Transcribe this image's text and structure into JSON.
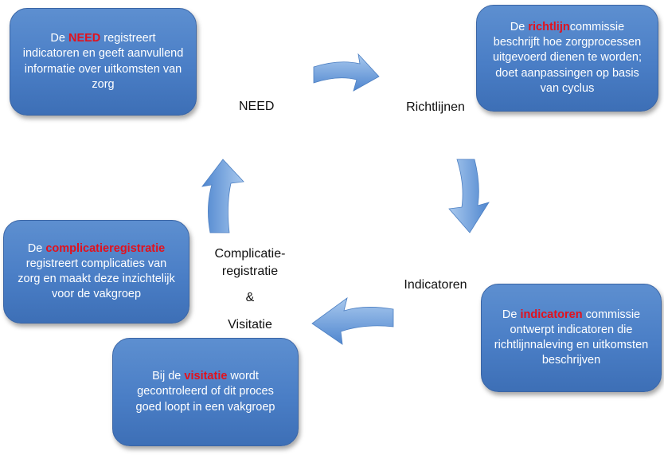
{
  "boxes": {
    "need": {
      "pre": "De ",
      "highlight": "NEED",
      "post": " registreert indicatoren en geeft aanvullend informatie over uitkomsten van zorg"
    },
    "richtlijn": {
      "pre": "De ",
      "highlight": "richtlijn",
      "post": "commissie beschrijft hoe zorgprocessen uitgevoerd dienen te worden; doet aanpassingen op basis van cyclus"
    },
    "indicatoren": {
      "pre": "De ",
      "highlight": "indicatoren",
      "post": " commissie ontwerpt indicatoren die richtlijnnaleving en uitkomsten beschrijven"
    },
    "visitatie": {
      "pre": "Bij de ",
      "highlight": "visitatie",
      "post": " wordt gecontroleerd of dit proces goed loopt in een vakgroep"
    },
    "complicatie": {
      "pre": "De ",
      "highlight": "complicatieregistratie",
      "post": " registreert complicaties van zorg en maakt deze inzichtelijk voor de vakgroep"
    }
  },
  "labels": {
    "need": "NEED",
    "richtlijnen": "Richtlijnen",
    "indicatoren": "Indicatoren",
    "complicatie_line1": "Complicatie-",
    "complicatie_line2": "registratie",
    "ampersand": "&",
    "visitatie": "Visitatie"
  },
  "colors": {
    "box_fill": "#4a7ec6",
    "highlight": "#e3111c",
    "arrow_fill": "#5b9bd5"
  }
}
